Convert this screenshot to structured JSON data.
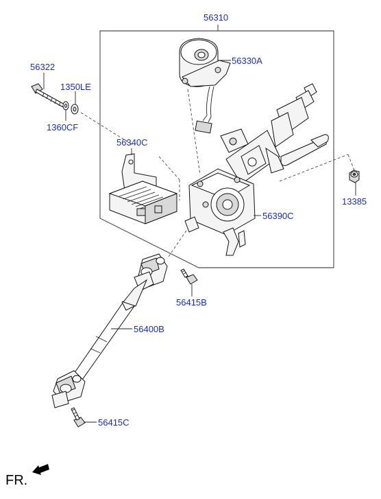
{
  "labels": {
    "assembly": "56310",
    "motor": "56330A",
    "bolt": "56322",
    "washer_upper": "1350LE",
    "washer_lower": "1360CF",
    "control_unit": "56340C",
    "nut": "13385",
    "column_housing": "56390C",
    "bolt_upper_joint": "56415B",
    "intermediate_shaft": "56400B",
    "bolt_lower_joint": "56415C"
  },
  "direction": {
    "text": "FR."
  }
}
